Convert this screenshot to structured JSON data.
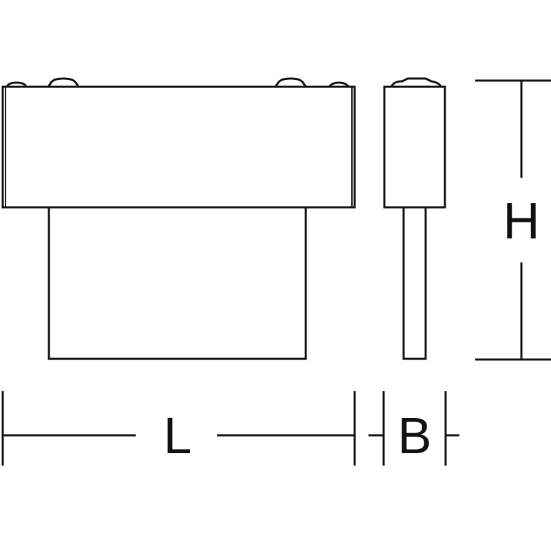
{
  "drawing": {
    "line_color": "#111111",
    "background": "#ffffff",
    "dimensions": {
      "length_label": "L",
      "width_label": "B",
      "height_label": "H"
    }
  }
}
